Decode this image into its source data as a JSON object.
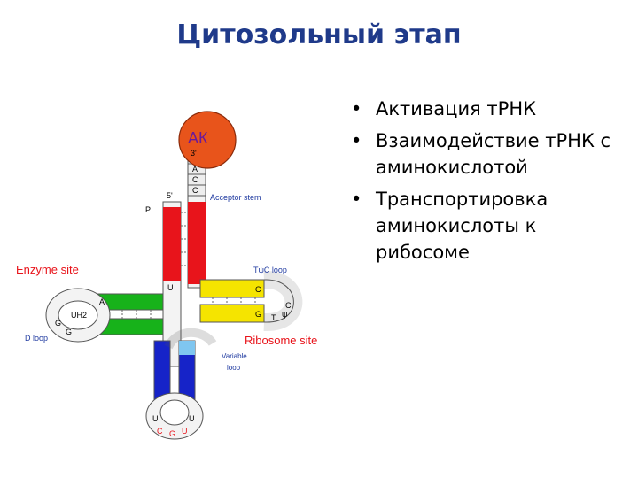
{
  "slide": {
    "title": "Цитозольный этап",
    "bullets": [
      "Активация тРНК",
      "Взаимодействие тРНК с аминокислотой",
      "Транспортировка аминокислоты к рибосоме"
    ]
  },
  "diagram": {
    "ak_label": "АК",
    "labels": {
      "three_prime": "3'",
      "five_prime": "5'",
      "p": "P",
      "acceptor_stem": "Acceptor stem",
      "enzyme_site": "Enzyme site",
      "tpsic_loop": "TψC loop",
      "d_loop": "D loop",
      "ribosome_site": "Ribosome site",
      "variable_loop_1": "Variable",
      "variable_loop_2": "loop",
      "uh2": "UH2"
    },
    "acceptor_bases": [
      "A",
      "C",
      "C"
    ],
    "anticodon": [
      "C",
      "G",
      "U"
    ],
    "misc_bases": {
      "u_acceptor": "U",
      "d_a": "A",
      "d_g1": "G",
      "d_g2": "G",
      "t_c": "C",
      "t_g": "G",
      "t_t": "T",
      "t_psi": "ψ",
      "t_c2": "C",
      "ac_u1": "U",
      "ac_u2": "U"
    },
    "colors": {
      "acceptor_stem": "#e8141b",
      "t_arm": "#f5e400",
      "d_arm": "#17b21a",
      "anticodon_arm": "#1623c8",
      "variable": "#7fc6f0",
      "ak_circle": "#e8541b",
      "title": "#1f3a8a",
      "label_red": "#e8141b",
      "label_blue": "#1f3aa0"
    }
  }
}
